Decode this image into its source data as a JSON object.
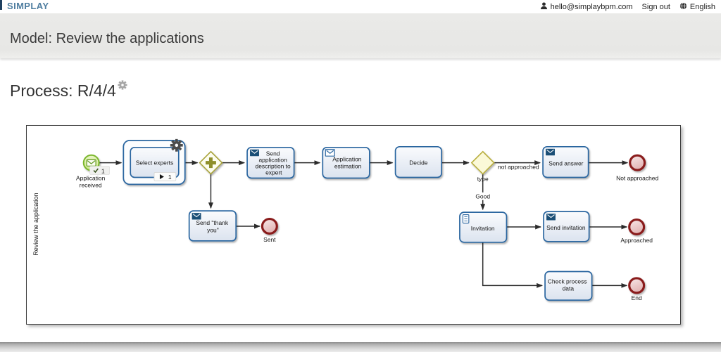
{
  "navbar": {
    "logo": "SIMPLAY",
    "user_email": "hello@simplaybpm.com",
    "sign_out_label": "Sign out",
    "language_label": "English"
  },
  "model_header": {
    "title": "Model: Review the applications"
  },
  "process_header": {
    "title": "Process: R/4/4"
  },
  "diagram": {
    "lane_label": "Review the application",
    "start_event": {
      "name_line1": "Application",
      "name_line2": "received",
      "completed_badge_count": "1"
    },
    "subprocess": {
      "label": "Select experts",
      "running_badge_count": "1"
    },
    "tasks": {
      "send_app_description": {
        "lines": [
          "Send",
          "application",
          "description to",
          "expert"
        ]
      },
      "application_estimation": {
        "lines": [
          "Application",
          "estimation"
        ]
      },
      "decide": {
        "label": "Decide"
      },
      "send_thank_you": {
        "lines": [
          "Send \"thank",
          "you\""
        ]
      },
      "send_answer": {
        "label": "Send answer"
      },
      "invitation": {
        "label": "Invitation"
      },
      "send_invitation": {
        "label": "Send invitation"
      },
      "check_process_data": {
        "lines": [
          "Check process",
          "data"
        ]
      }
    },
    "gateway_labels": {
      "type_label": "type"
    },
    "flow_labels": {
      "not_approached": "not approached",
      "good": "Good"
    },
    "end_events": {
      "sent": "Sent",
      "not_approached": "Not approached",
      "approached": "Approached",
      "end": "End"
    }
  },
  "colors": {
    "brand_blue": "#4f7ea0",
    "accent_navy": "#1f4060",
    "task_border": "#2b66a0",
    "message_fill": "#1a4e76",
    "start_event_green": "#7ab62c",
    "end_event_red": "#8a1c1c",
    "parallel_gateway_olive": "#8f8f2b",
    "exclusive_gateway_yellow": "#b8ae3e"
  }
}
